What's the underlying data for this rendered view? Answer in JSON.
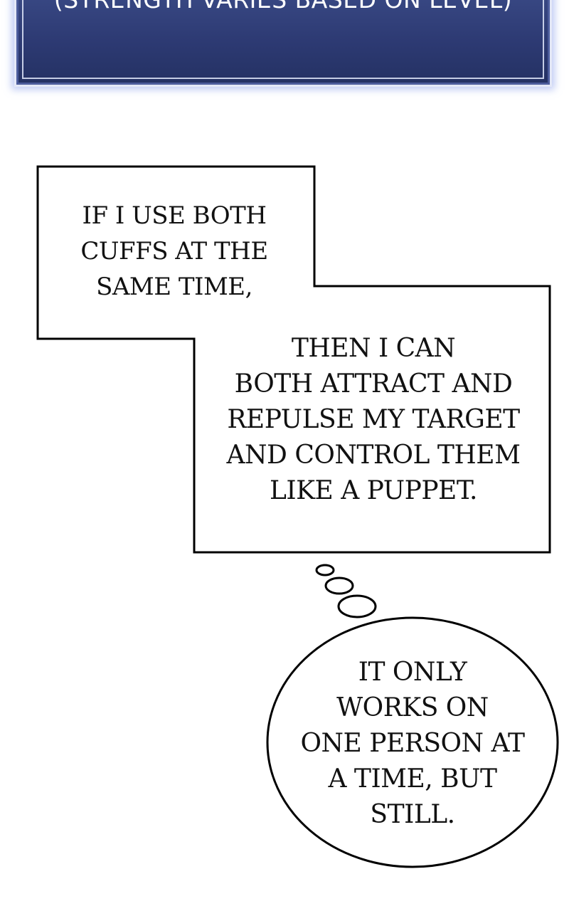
{
  "system_window": {
    "text": "(STRENGTH VARIES BASED ON LEVEL)",
    "bg_color": "#2d3a73",
    "border_color": "#e4e8f7"
  },
  "narration_box": {
    "part1": "IF I USE BOTH\nCUFFS AT THE\nSAME TIME,",
    "part2": "THEN I CAN\nBOTH ATTRACT AND\nREPULSE MY TARGET\nAND CONTROL THEM\nLIKE A PUPPET."
  },
  "thought_bubble": {
    "text": "IT ONLY\nWORKS ON\nONE PERSON AT\nA TIME, BUT\nSTILL."
  }
}
